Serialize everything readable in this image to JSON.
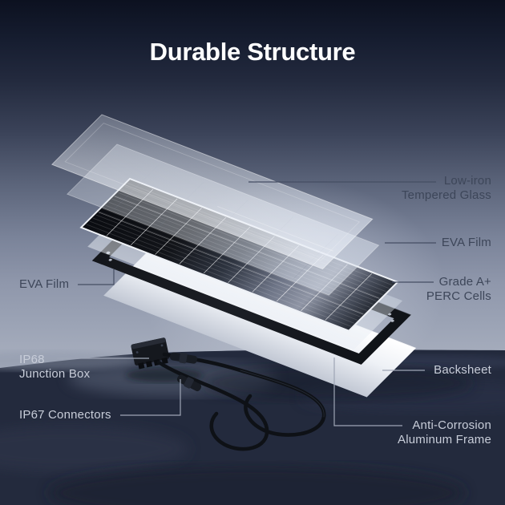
{
  "title": "Durable Structure",
  "labels": {
    "tempered_glass": "Low-iron\nTempered Glass",
    "eva_film_right": "EVA Film",
    "perc_cells": "Grade A+\nPERC Cells",
    "backsheet": "Backsheet",
    "aluminum_frame": "Anti-Corrosion\nAluminum Frame",
    "eva_film_left": "EVA Film",
    "junction_box": "IP68\nJunction Box",
    "connectors": "IP67 Connectors"
  },
  "colors": {
    "background_top": "#0c1120",
    "background_mid_light": "#9ba3b5",
    "sea_dark": "#232a3d",
    "label_dark": "#3d4659",
    "label_light": "#c8cdd9",
    "title_text": "#ffffff",
    "frame_black": "#15181e",
    "backsheet_white": "#f4f6f9"
  }
}
